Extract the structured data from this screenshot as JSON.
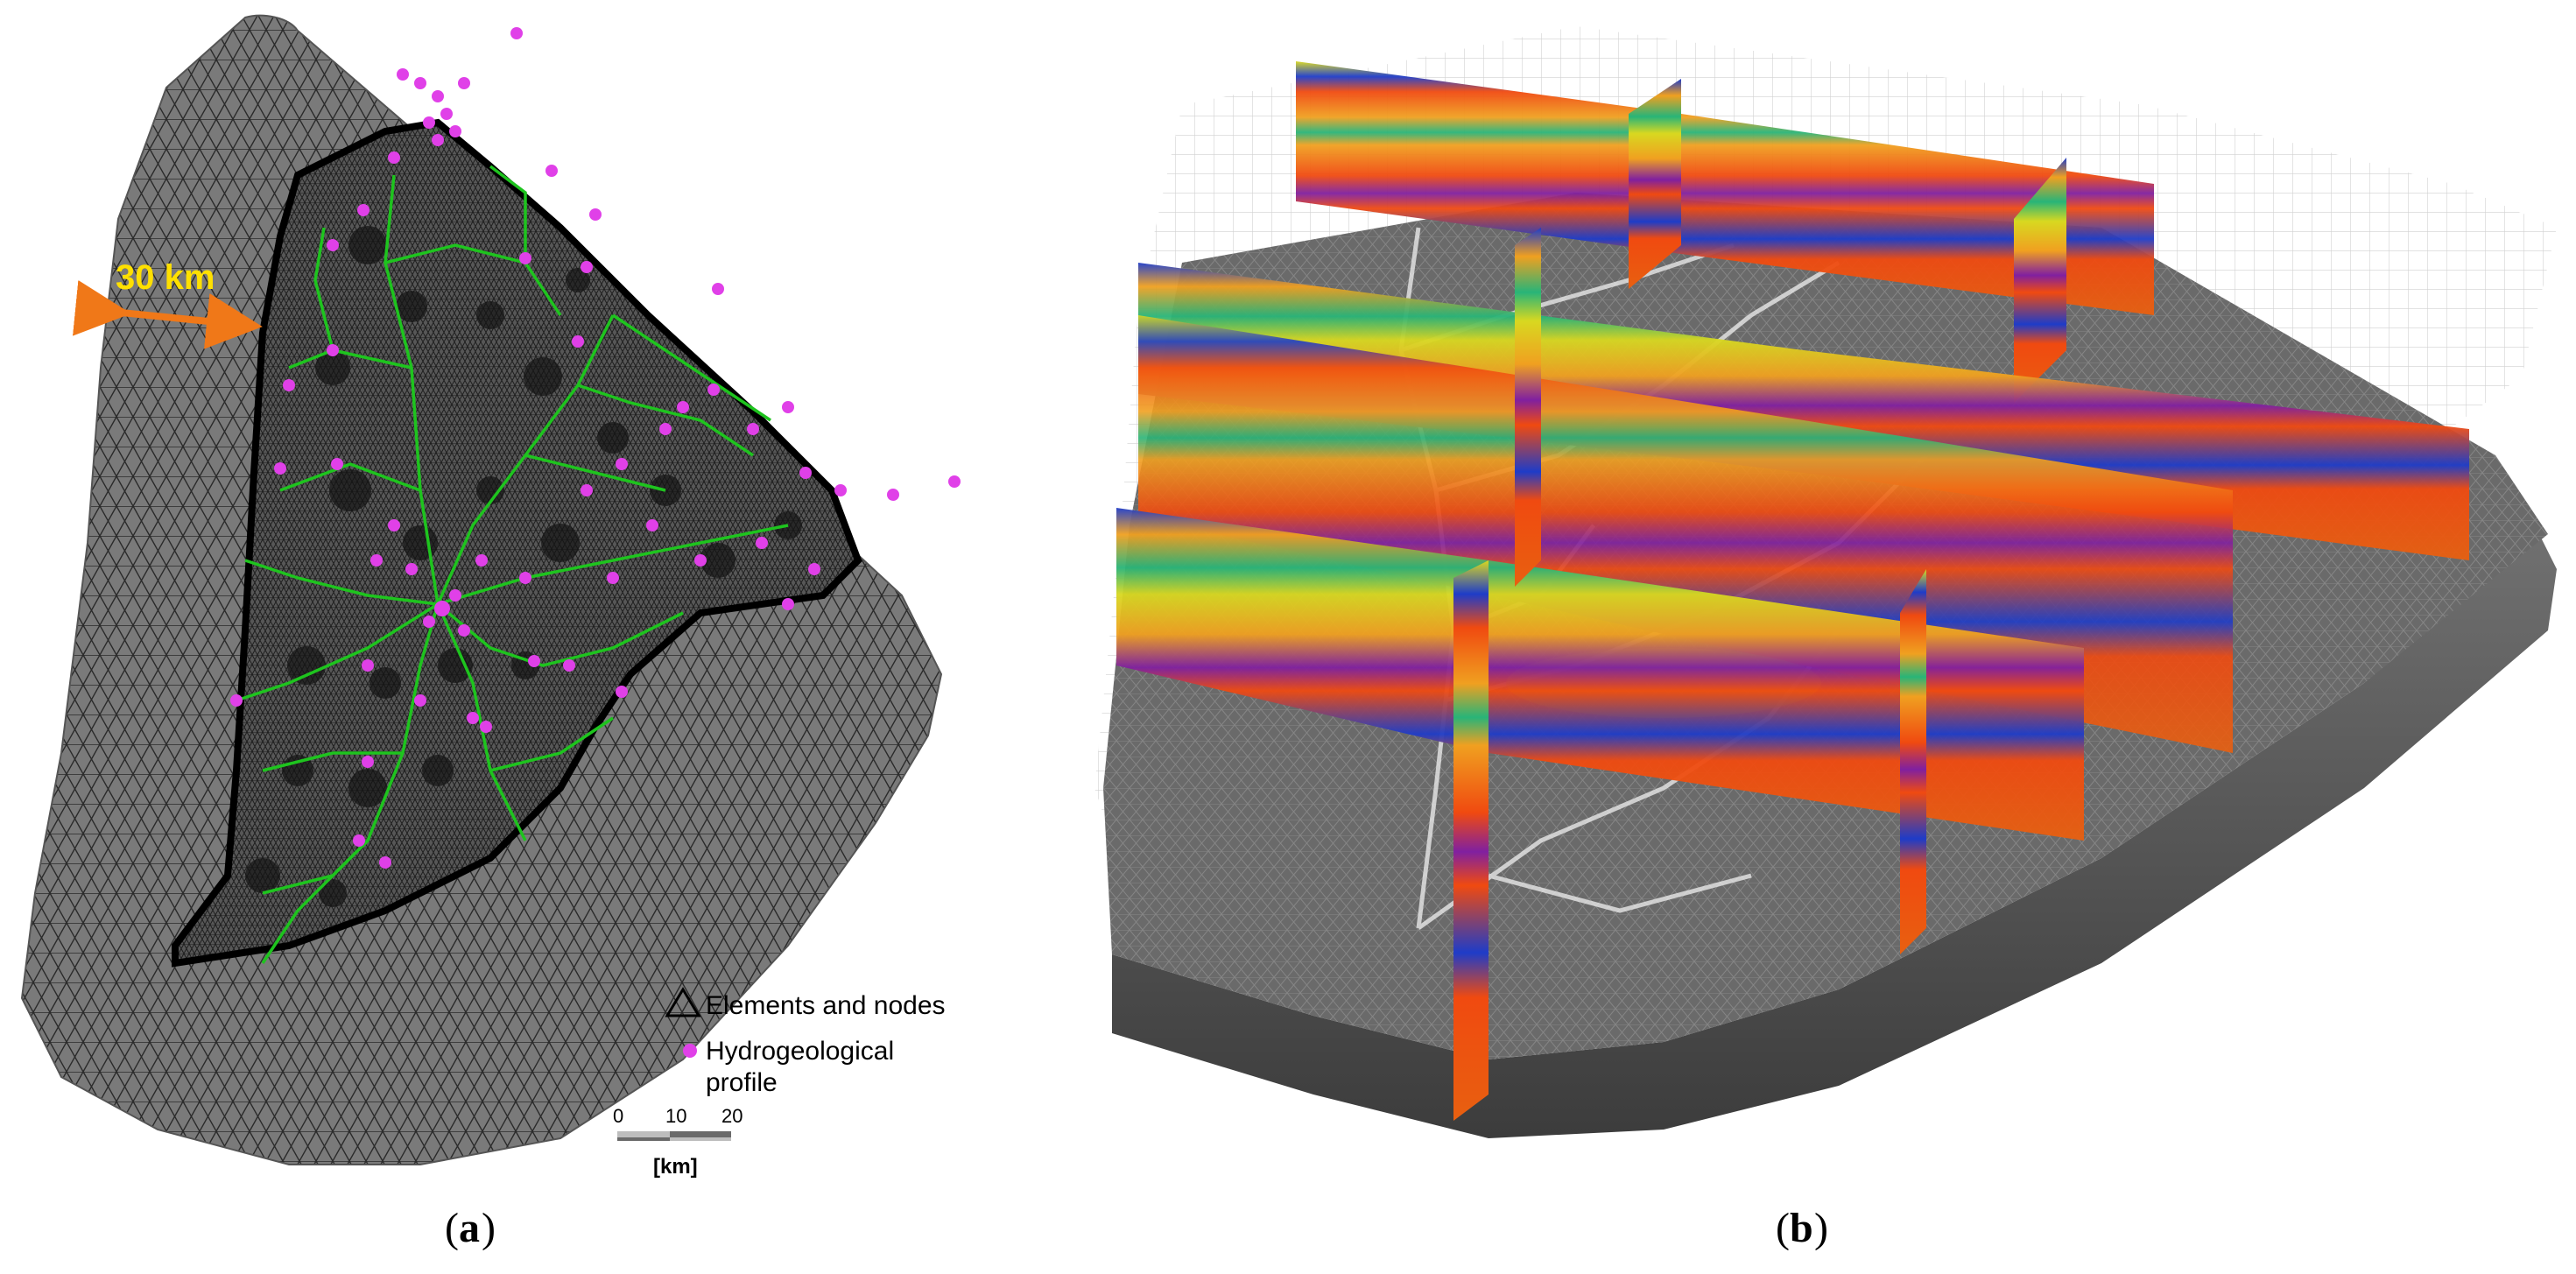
{
  "panel_a": {
    "label_letter": "a",
    "distance_annotation": "30 km",
    "legend": {
      "elements_label": "Elements and nodes",
      "profile_label_line1": "Hydrogeological",
      "profile_label_line2": "profile"
    },
    "scale_bar": {
      "ticks": [
        "0",
        "10",
        "20"
      ],
      "unit": "[km]"
    },
    "colors": {
      "outer_mesh": "#7a7a7a",
      "inner_mesh": "#4a4a4a",
      "boundary": "#000000",
      "streams": "#1ec41e",
      "profiles": "#e040e8",
      "arrow": "#f07818",
      "annotation_text": "#ffe000"
    }
  },
  "panel_b": {
    "label_letter": "b",
    "colors": {
      "base": "#5a5a5a",
      "wireframe": "#c8c8c8",
      "layers": [
        "#1e3cc8",
        "#f04a10",
        "#f0a020",
        "#28b478",
        "#d8d820",
        "#8020a0",
        "#e86010"
      ]
    }
  }
}
